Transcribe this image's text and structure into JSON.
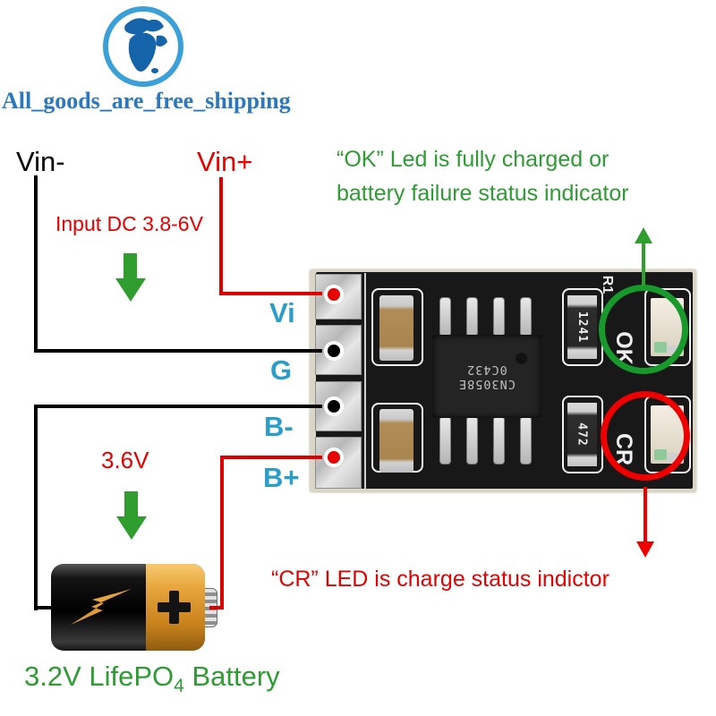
{
  "logo": {
    "text": "All_goods_are_free_shipping"
  },
  "annotations": {
    "vin_minus": "Vin-",
    "vin_plus": "Vin+",
    "input_dc": "Input DC 3.8-6V",
    "ok_line1": "“OK” Led is fully charged or",
    "ok_line2": "battery failure status indicator",
    "cr_line": "“CR” LED is charge status indictor",
    "charge_voltage": "3.6V",
    "battery_pre": "3.2V LifePO",
    "battery_sub": "4",
    "battery_post": " Battery"
  },
  "board": {
    "pins": [
      {
        "label": "Vi"
      },
      {
        "label": "G"
      },
      {
        "label": "B-"
      },
      {
        "label": "B+"
      }
    ],
    "chip": {
      "line1": "CN3058E",
      "line2": "0C432"
    },
    "resistors": [
      {
        "code": "1241"
      },
      {
        "code": "472"
      }
    ],
    "silkscreen": {
      "r1": "R1",
      "ok": "OK",
      "cr": "CR"
    }
  },
  "colors": {
    "annotation_red": "#e60000",
    "annotation_green": "#2e9b33",
    "pin_label_cyan": "#2b9dc9",
    "logo_blue": "#2a77bd",
    "arrow_green": "#2f9e2f",
    "circle_green": "#17992c",
    "circle_red": "#ee0000"
  }
}
